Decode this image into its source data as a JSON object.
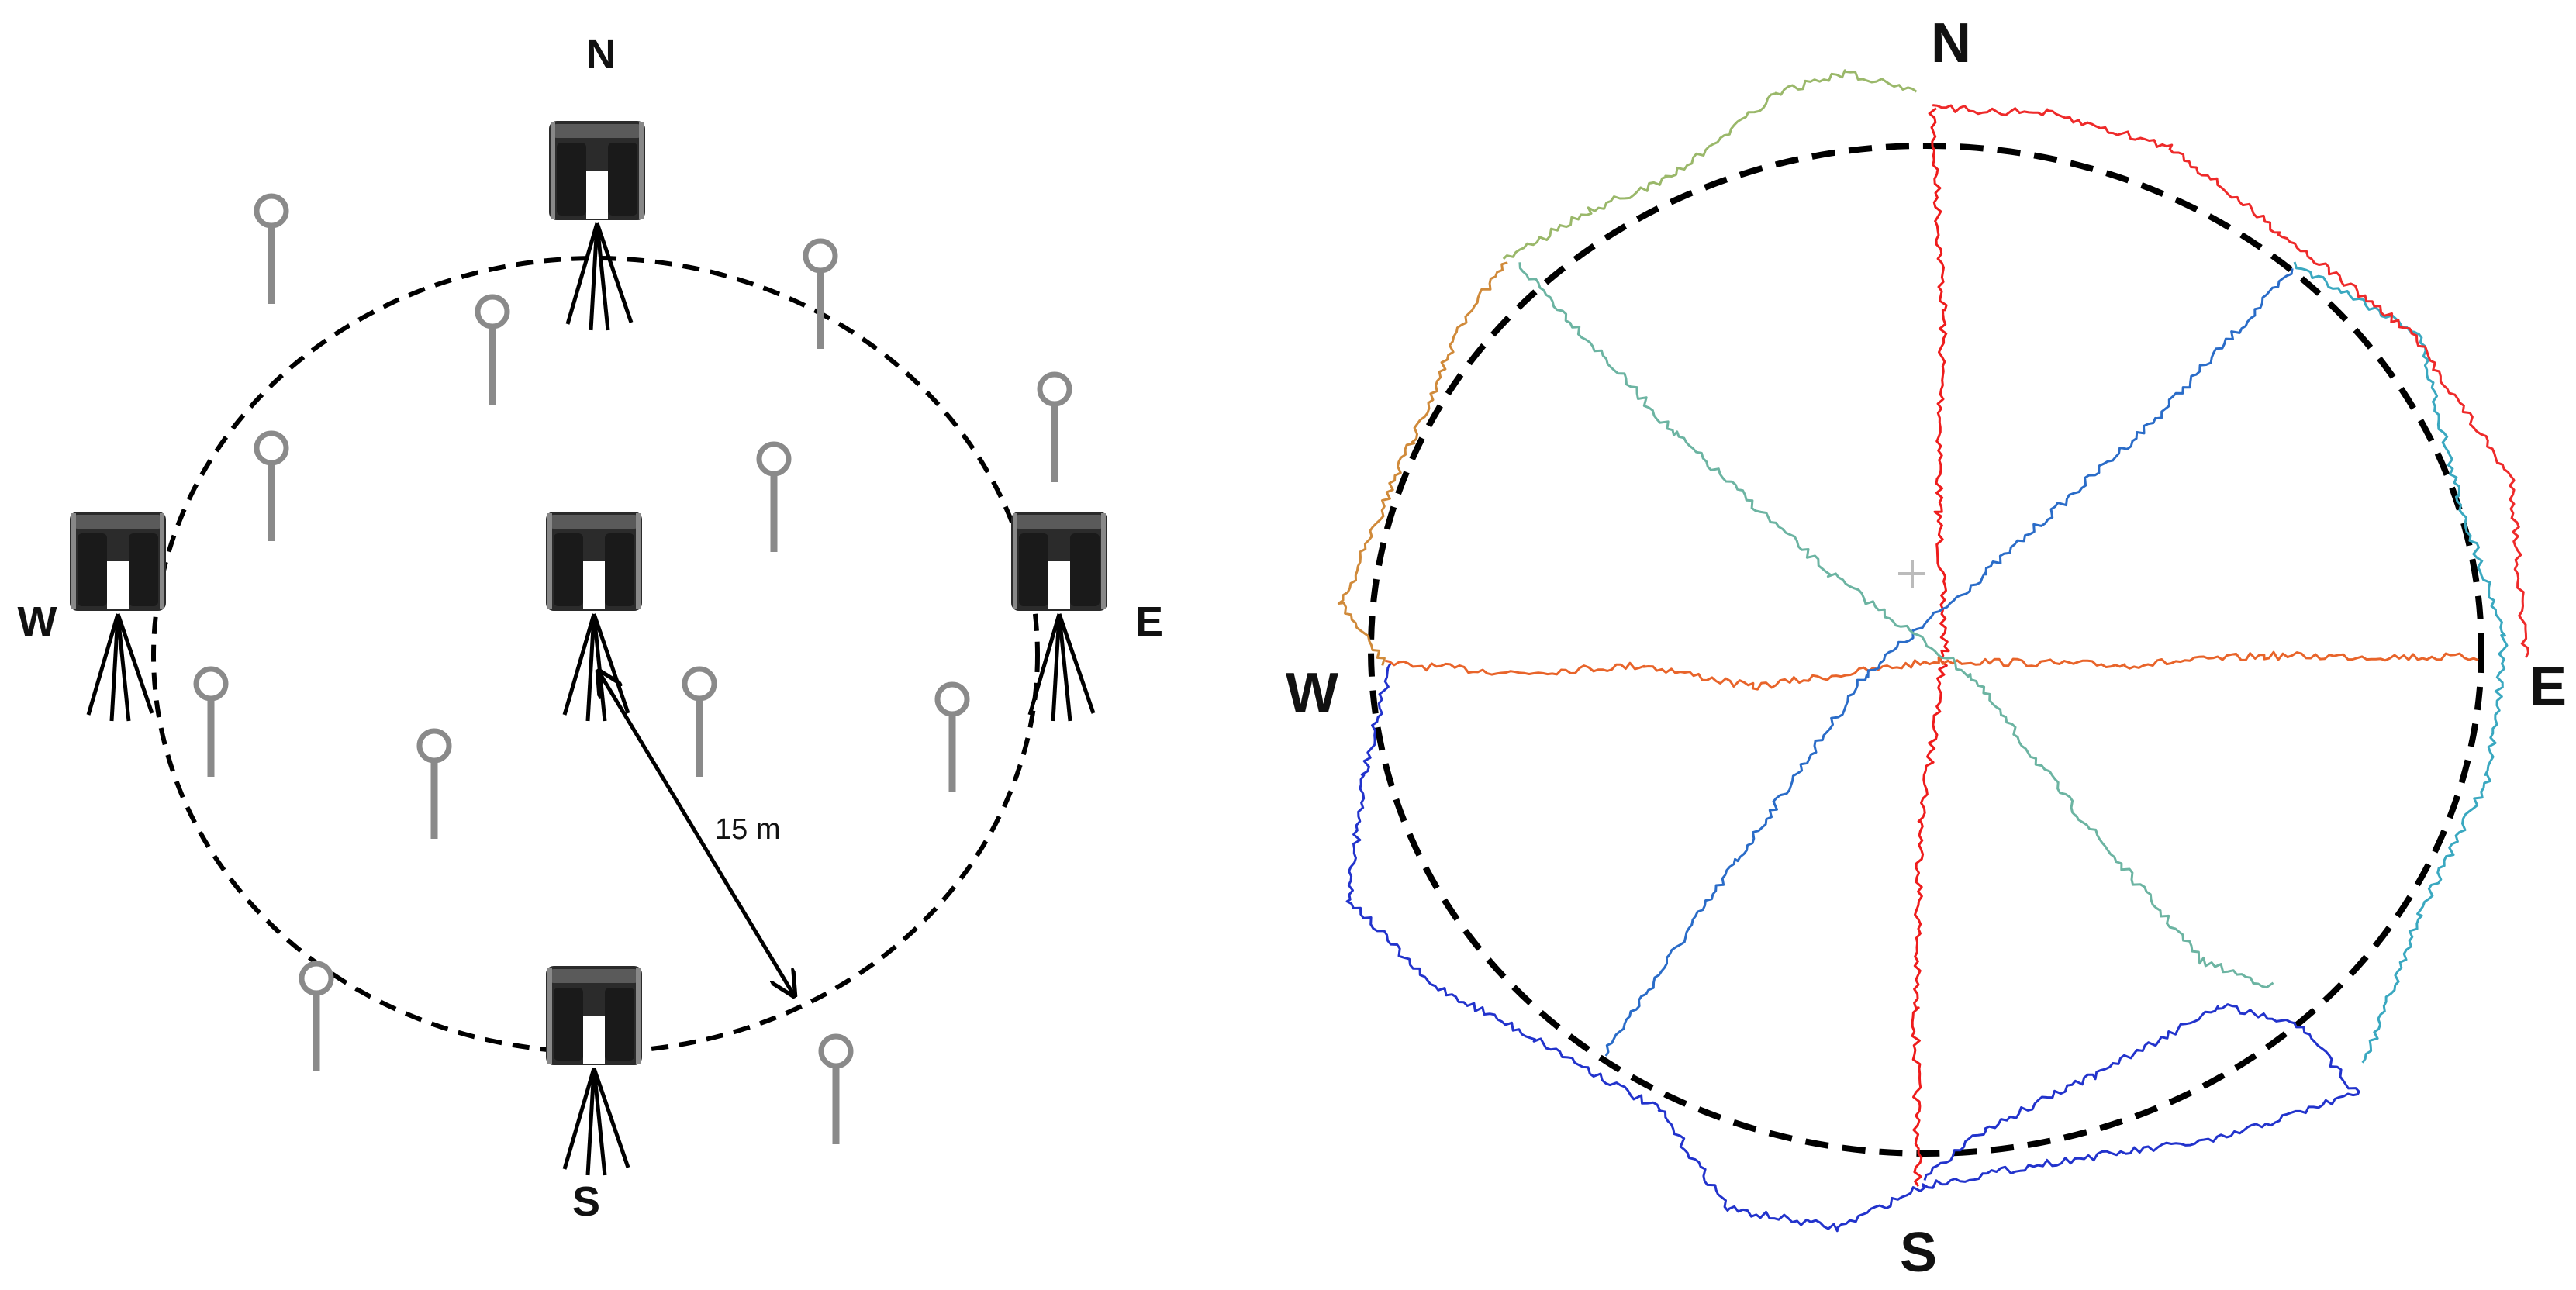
{
  "left_panel": {
    "labels": {
      "north": "N",
      "south": "S",
      "east": "E",
      "west": "W"
    },
    "distance_label": "15 m",
    "icons": {
      "scanner": "laser-scanner-on-tripod-icon",
      "marker": "reference-target-pole-icon"
    },
    "colors": {
      "scanner_body": "#2b2b2b",
      "marker": "#8a8a8a",
      "line": "#000000"
    }
  },
  "right_panel": {
    "labels": {
      "north": "N",
      "south": "S",
      "east": "E",
      "west": "W"
    },
    "trajectory_colors": {
      "north_south": "#ee1c1c",
      "west_east": "#e8642a",
      "southwest_northeast": "#2a6cc8",
      "northwest_southeast": "#6cb4a2",
      "north_to_west_arc": "#9ab86a",
      "west_arc": "#d08a3a",
      "west_to_south_loop": "#2233cc",
      "east_arc": "#3aa8c0",
      "north_to_east_arc": "#ee2a2a"
    }
  }
}
